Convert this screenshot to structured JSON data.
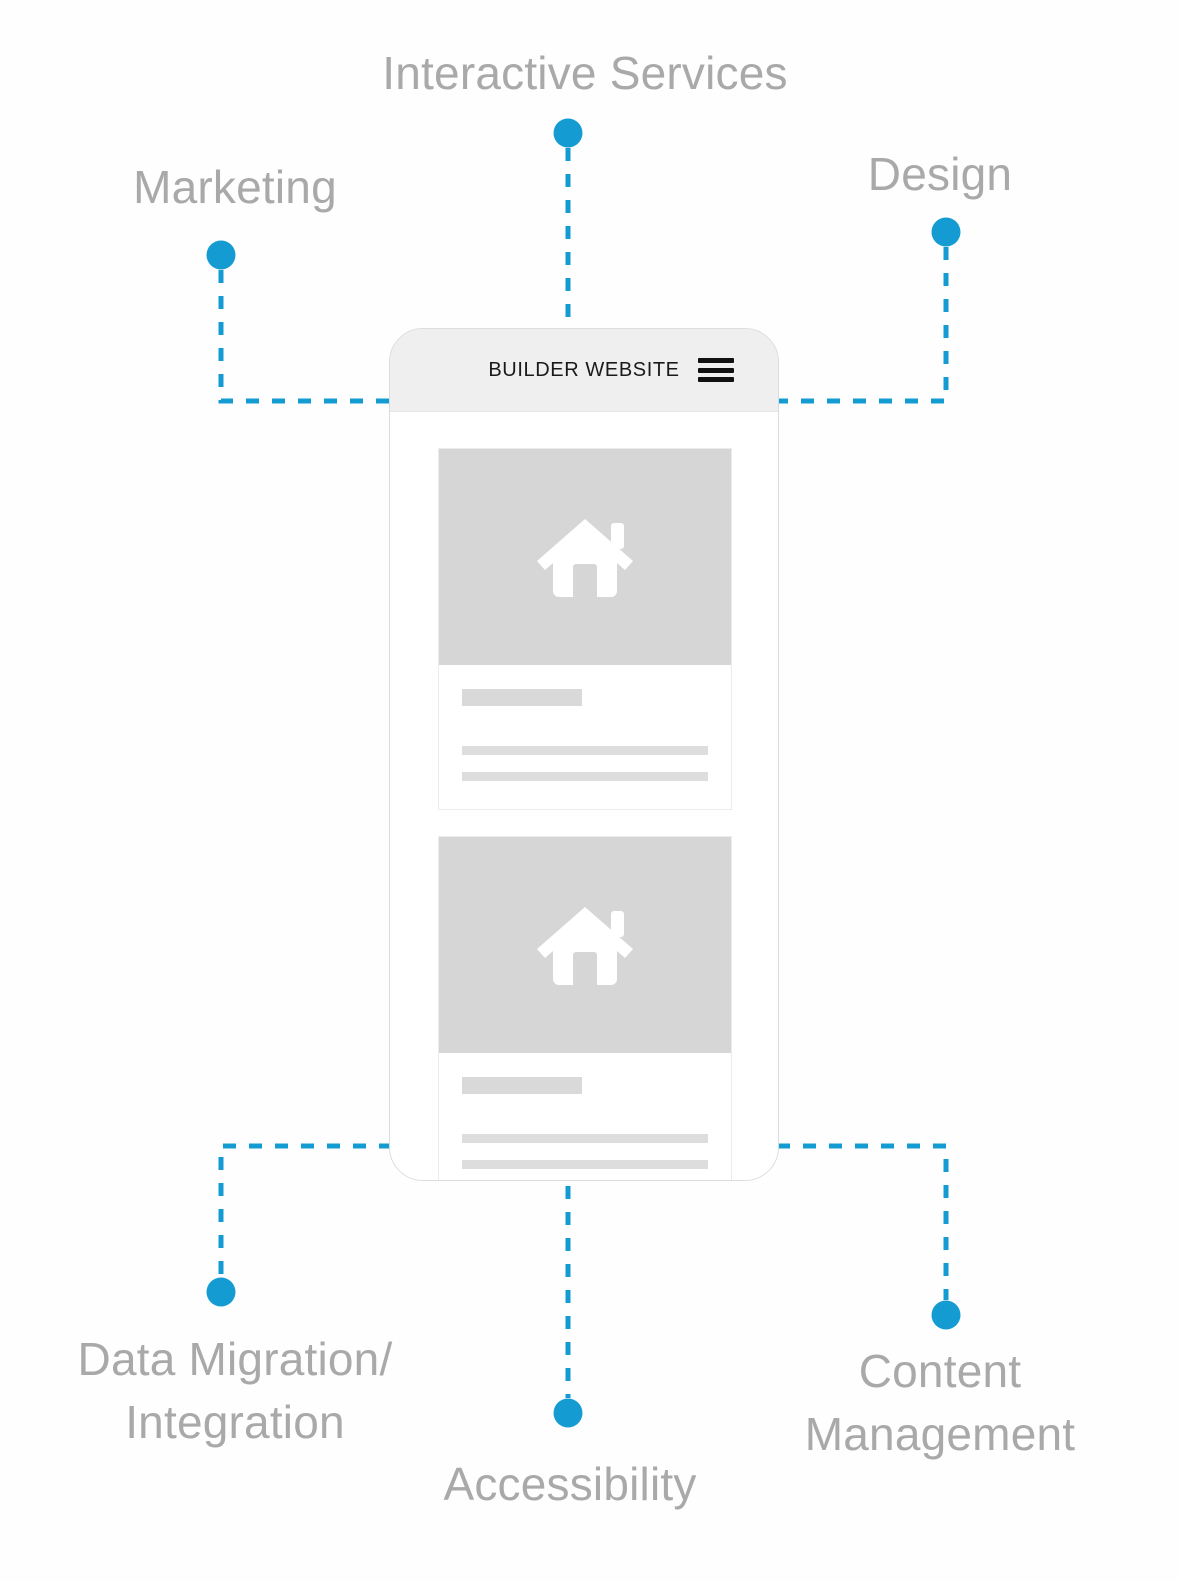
{
  "diagram": {
    "type": "hub-and-spoke",
    "center": "mobile website mockup",
    "accent_color": "#149CD2",
    "label_color": "#a9a9a9",
    "background_color": "#fefefe"
  },
  "labels": [
    {
      "id": "interactive-services",
      "text": "Interactive Services",
      "position": "top-center"
    },
    {
      "id": "marketing",
      "text": "Marketing",
      "position": "top-left"
    },
    {
      "id": "design",
      "text": "Design",
      "position": "top-right"
    },
    {
      "id": "data-migration",
      "text": "Data Migration/\nIntegration",
      "position": "bottom-left"
    },
    {
      "id": "accessibility",
      "text": "Accessibility",
      "position": "bottom-center"
    },
    {
      "id": "content-management",
      "text": "Content\nManagement",
      "position": "bottom-right"
    }
  ],
  "phone": {
    "header": {
      "title": "BUILDER WEBSITE",
      "menu_icon": "hamburger-icon"
    },
    "cards": [
      {
        "image_icon": "home-icon",
        "title_placeholder": "",
        "line_placeholders": [
          "",
          ""
        ]
      },
      {
        "image_icon": "home-icon",
        "title_placeholder": "",
        "line_placeholders": [
          "",
          ""
        ]
      }
    ]
  },
  "connectors": {
    "stroke": "#149CD2",
    "stroke_width": 5,
    "dash": "13 13",
    "node_radius": 14
  }
}
